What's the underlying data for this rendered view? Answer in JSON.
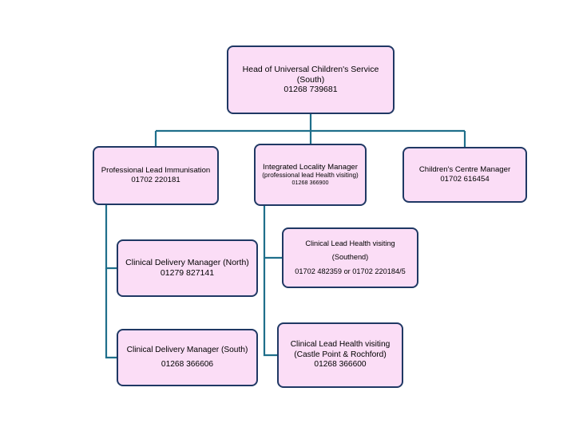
{
  "diagram": {
    "title": "Universal Children's Service (South) organisational chart",
    "colors": {
      "node_fill": "#fbddf6",
      "node_border": "#1f3864",
      "connector": "#1f6f8b"
    },
    "nodes": [
      {
        "id": "head",
        "name": "head-of-universal-childrens-service",
        "lines": [
          "Head of Universal Children's Service",
          "(South)",
          "01268 739681"
        ]
      },
      {
        "id": "prof_lead",
        "name": "professional-lead-immunisation",
        "lines": [
          "Professional Lead Immunisation",
          "01702 220181"
        ]
      },
      {
        "id": "integrated",
        "name": "integrated-locality-manager",
        "lines": [
          "Integrated Locality Manager",
          "(professional lead Health visiting)",
          "01268 366900"
        ]
      },
      {
        "id": "childrens_centre",
        "name": "childrens-centre-manager",
        "lines": [
          "Children's Centre Manager",
          "01702 616454"
        ]
      },
      {
        "id": "cdm_north",
        "name": "clinical-delivery-manager-north",
        "lines": [
          "Clinical Delivery Manager (North)",
          "01279 827141"
        ]
      },
      {
        "id": "clinical_lead_hv",
        "name": "clinical-lead-health-visiting-southend",
        "lines": [
          "Clinical Lead Health visiting",
          "(Southend)",
          "01702 482359 or 01702 220184/5"
        ]
      },
      {
        "id": "cdm_south",
        "name": "clinical-delivery-manager-south",
        "lines": [
          "Clinical Delivery Manager (South)",
          "01268 366606"
        ]
      },
      {
        "id": "clinical_lead_castle",
        "name": "clinical-lead-health-visiting-castle-point-rochford",
        "lines": [
          "Clinical Lead Health visiting",
          "(Castle Point & Rochford)",
          "01268 366600"
        ]
      }
    ]
  }
}
